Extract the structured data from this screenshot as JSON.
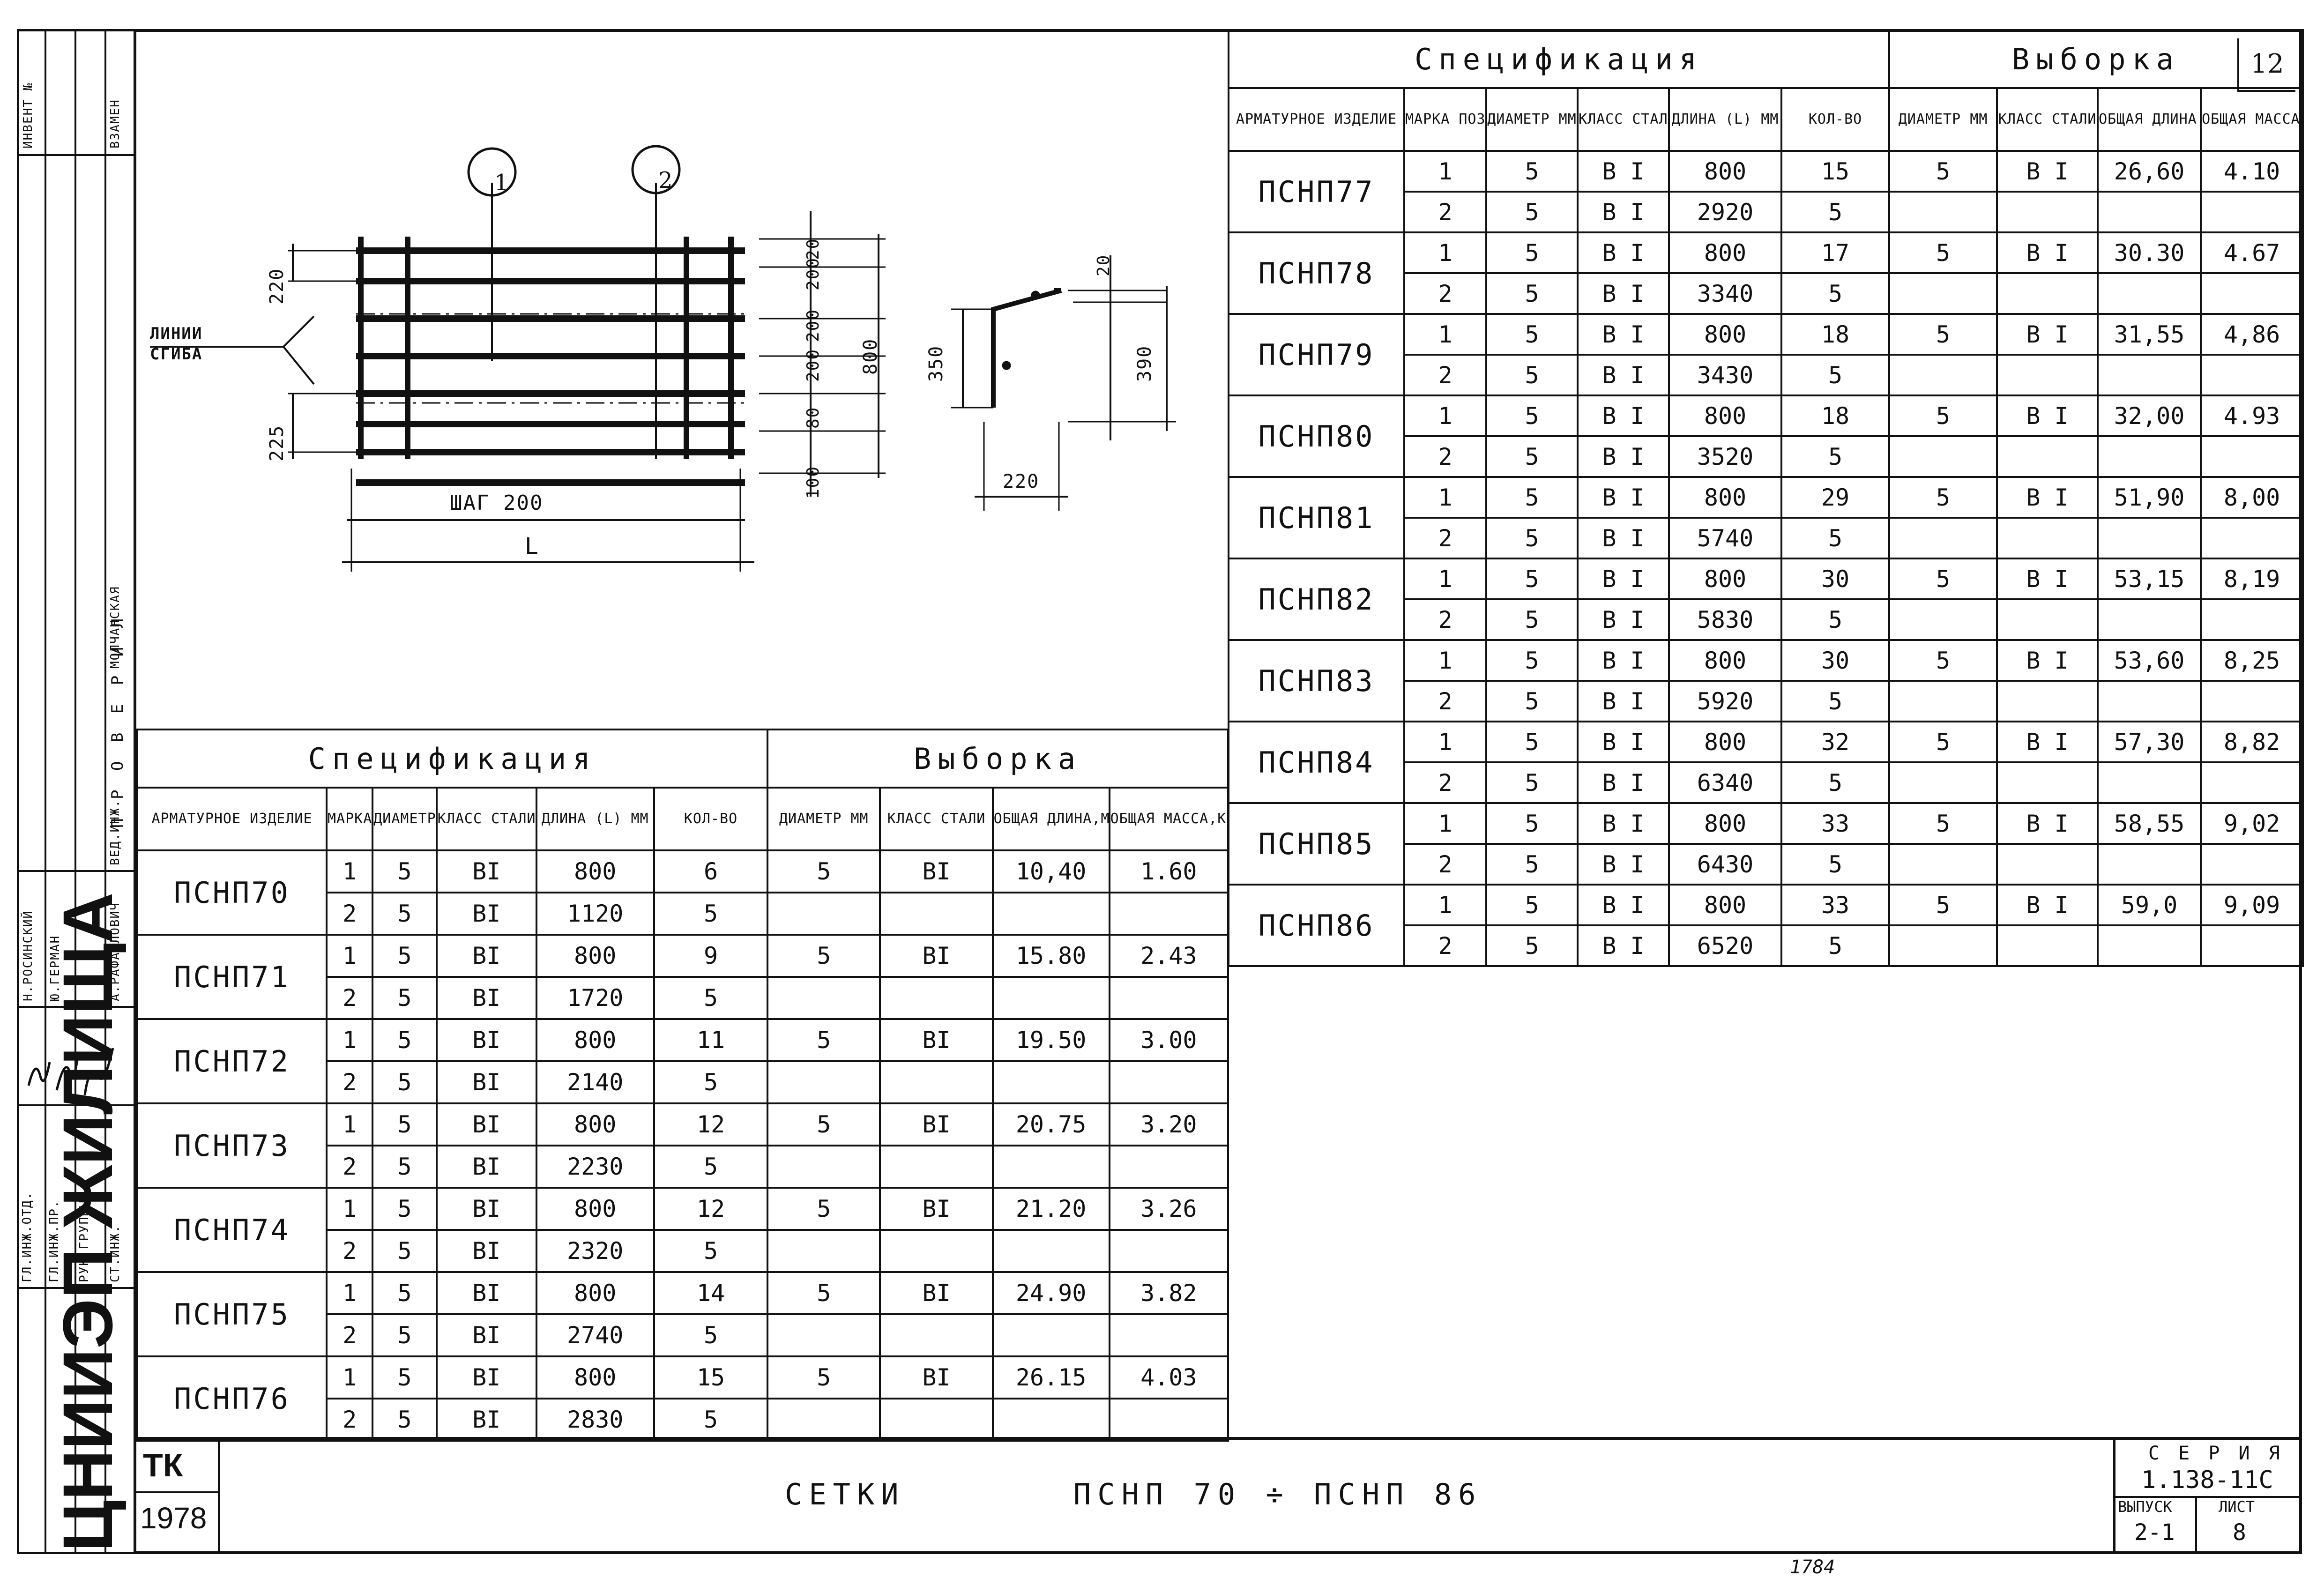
{
  "sheet": {
    "page_number": "12",
    "title": "СЕТКИ       ПСНП 70 ÷ ПСНП 86",
    "org": "ЦНИИЭП ЖИЛИЩА",
    "stamp_tk": "ТК",
    "year": "1978",
    "series_label": "С Е Р И Я",
    "series_value": "1.138-11С",
    "issue_label": "ВЫПУСК",
    "sheet_label": "ЛИСТ",
    "issue_value": "2-1",
    "sheet_value": "8",
    "footer_note": "1784"
  },
  "left_strip": {
    "top_labels": [
      "ИНВЕНТ №",
      "ВЗАМЕН"
    ],
    "check_label": "П Р О В Е Р И Л",
    "roles": [
      "ГЛ.ИНЖ.ОТД.",
      "ГЛ.ИНЖ.ПР.",
      "РУК.ГРУППЫ",
      "СТ.ИНЖ.",
      "ВЕД.ИНЖ."
    ],
    "names": [
      "Н.РОСИНСКИЙ",
      "Ю.ГЕРМАН",
      "А.РАФАИЛОВИЧ",
      "МОЛЧАНСКАЯ"
    ],
    "org_vertical": "ЦНИИЭП ЖИЛИЩА"
  },
  "drawing": {
    "marker_1": "1",
    "marker_2": "2",
    "bend_lines_label": "ЛИНИИ\nСГИБА",
    "step_label": "ШАГ 200",
    "length_label": "L",
    "dims_left": [
      "220",
      "225"
    ],
    "dims_right": [
      "20",
      "200",
      "200",
      "200",
      "80",
      "100",
      "800"
    ],
    "profile_dims": [
      "20",
      "350",
      "390",
      "220"
    ]
  },
  "headers": {
    "spec_title": "Спецификация",
    "selection_title": "Выборка",
    "col_product": "АРМАТУРНОЕ ИЗДЕЛИЕ",
    "col_mark": "МАРКА ПОЗ.",
    "col_diam": "ДИАМЕТР ММ",
    "col_class": "КЛАСС СТАЛИ",
    "col_length": "ДЛИНА (L) ММ",
    "col_qty": "КОЛ-ВО",
    "col_sel_diam": "ДИАМЕТР ММ",
    "col_sel_class": "КЛАСС СТАЛИ",
    "col_total_len": "ОБЩАЯ ДЛИНА,М",
    "col_total_mass": "ОБЩАЯ МАССА,КГ"
  },
  "table_left": [
    {
      "product": "ПСНП70",
      "rows": [
        [
          "1",
          "5",
          "ВI",
          "800",
          "6"
        ],
        [
          "2",
          "5",
          "ВI",
          "1120",
          "5"
        ]
      ],
      "sel_diam": "5",
      "sel_class": "ВI",
      "total_len": "10,40",
      "total_mass": "1.60"
    },
    {
      "product": "ПСНП71",
      "rows": [
        [
          "1",
          "5",
          "ВI",
          "800",
          "9"
        ],
        [
          "2",
          "5",
          "ВI",
          "1720",
          "5"
        ]
      ],
      "sel_diam": "5",
      "sel_class": "ВI",
      "total_len": "15.80",
      "total_mass": "2.43"
    },
    {
      "product": "ПСНП72",
      "rows": [
        [
          "1",
          "5",
          "ВI",
          "800",
          "11"
        ],
        [
          "2",
          "5",
          "ВI",
          "2140",
          "5"
        ]
      ],
      "sel_diam": "5",
      "sel_class": "ВI",
      "total_len": "19.50",
      "total_mass": "3.00"
    },
    {
      "product": "ПСНП73",
      "rows": [
        [
          "1",
          "5",
          "ВI",
          "800",
          "12"
        ],
        [
          "2",
          "5",
          "ВI",
          "2230",
          "5"
        ]
      ],
      "sel_diam": "5",
      "sel_class": "ВI",
      "total_len": "20.75",
      "total_mass": "3.20"
    },
    {
      "product": "ПСНП74",
      "rows": [
        [
          "1",
          "5",
          "ВI",
          "800",
          "12"
        ],
        [
          "2",
          "5",
          "ВI",
          "2320",
          "5"
        ]
      ],
      "sel_diam": "5",
      "sel_class": "ВI",
      "total_len": "21.20",
      "total_mass": "3.26"
    },
    {
      "product": "ПСНП75",
      "rows": [
        [
          "1",
          "5",
          "ВI",
          "800",
          "14"
        ],
        [
          "2",
          "5",
          "ВI",
          "2740",
          "5"
        ]
      ],
      "sel_diam": "5",
      "sel_class": "ВI",
      "total_len": "24.90",
      "total_mass": "3.82"
    },
    {
      "product": "ПСНП76",
      "rows": [
        [
          "1",
          "5",
          "ВI",
          "800",
          "15"
        ],
        [
          "2",
          "5",
          "ВI",
          "2830",
          "5"
        ]
      ],
      "sel_diam": "5",
      "sel_class": "ВI",
      "total_len": "26.15",
      "total_mass": "4.03"
    }
  ],
  "table_right": [
    {
      "product": "ПСНП77",
      "rows": [
        [
          "1",
          "5",
          "В I",
          "800",
          "15"
        ],
        [
          "2",
          "5",
          "В I",
          "2920",
          "5"
        ]
      ],
      "sel_diam": "5",
      "sel_class": "В I",
      "total_len": "26,60",
      "total_mass": "4.10"
    },
    {
      "product": "ПСНП78",
      "rows": [
        [
          "1",
          "5",
          "В I",
          "800",
          "17"
        ],
        [
          "2",
          "5",
          "В I",
          "3340",
          "5"
        ]
      ],
      "sel_diam": "5",
      "sel_class": "В I",
      "total_len": "30.30",
      "total_mass": "4.67"
    },
    {
      "product": "ПСНП79",
      "rows": [
        [
          "1",
          "5",
          "В I",
          "800",
          "18"
        ],
        [
          "2",
          "5",
          "В I",
          "3430",
          "5"
        ]
      ],
      "sel_diam": "5",
      "sel_class": "В I",
      "total_len": "31,55",
      "total_mass": "4,86"
    },
    {
      "product": "ПСНП80",
      "rows": [
        [
          "1",
          "5",
          "В I",
          "800",
          "18"
        ],
        [
          "2",
          "5",
          "В I",
          "3520",
          "5"
        ]
      ],
      "sel_diam": "5",
      "sel_class": "В I",
      "total_len": "32,00",
      "total_mass": "4.93"
    },
    {
      "product": "ПСНП81",
      "rows": [
        [
          "1",
          "5",
          "В I",
          "800",
          "29"
        ],
        [
          "2",
          "5",
          "В I",
          "5740",
          "5"
        ]
      ],
      "sel_diam": "5",
      "sel_class": "В I",
      "total_len": "51,90",
      "total_mass": "8,00"
    },
    {
      "product": "ПСНП82",
      "rows": [
        [
          "1",
          "5",
          "В I",
          "800",
          "30"
        ],
        [
          "2",
          "5",
          "В I",
          "5830",
          "5"
        ]
      ],
      "sel_diam": "5",
      "sel_class": "В I",
      "total_len": "53,15",
      "total_mass": "8,19"
    },
    {
      "product": "ПСНП83",
      "rows": [
        [
          "1",
          "5",
          "В I",
          "800",
          "30"
        ],
        [
          "2",
          "5",
          "В I",
          "5920",
          "5"
        ]
      ],
      "sel_diam": "5",
      "sel_class": "В I",
      "total_len": "53,60",
      "total_mass": "8,25"
    },
    {
      "product": "ПСНП84",
      "rows": [
        [
          "1",
          "5",
          "В I",
          "800",
          "32"
        ],
        [
          "2",
          "5",
          "В I",
          "6340",
          "5"
        ]
      ],
      "sel_diam": "5",
      "sel_class": "В I",
      "total_len": "57,30",
      "total_mass": "8,82"
    },
    {
      "product": "ПСНП85",
      "rows": [
        [
          "1",
          "5",
          "В I",
          "800",
          "33"
        ],
        [
          "2",
          "5",
          "В I",
          "6430",
          "5"
        ]
      ],
      "sel_diam": "5",
      "sel_class": "В I",
      "total_len": "58,55",
      "total_mass": "9,02"
    },
    {
      "product": "ПСНП86",
      "rows": [
        [
          "1",
          "5",
          "В I",
          "800",
          "33"
        ],
        [
          "2",
          "5",
          "В I",
          "6520",
          "5"
        ]
      ],
      "sel_diam": "5",
      "sel_class": "В I",
      "total_len": "59,0",
      "total_mass": "9,09"
    }
  ]
}
